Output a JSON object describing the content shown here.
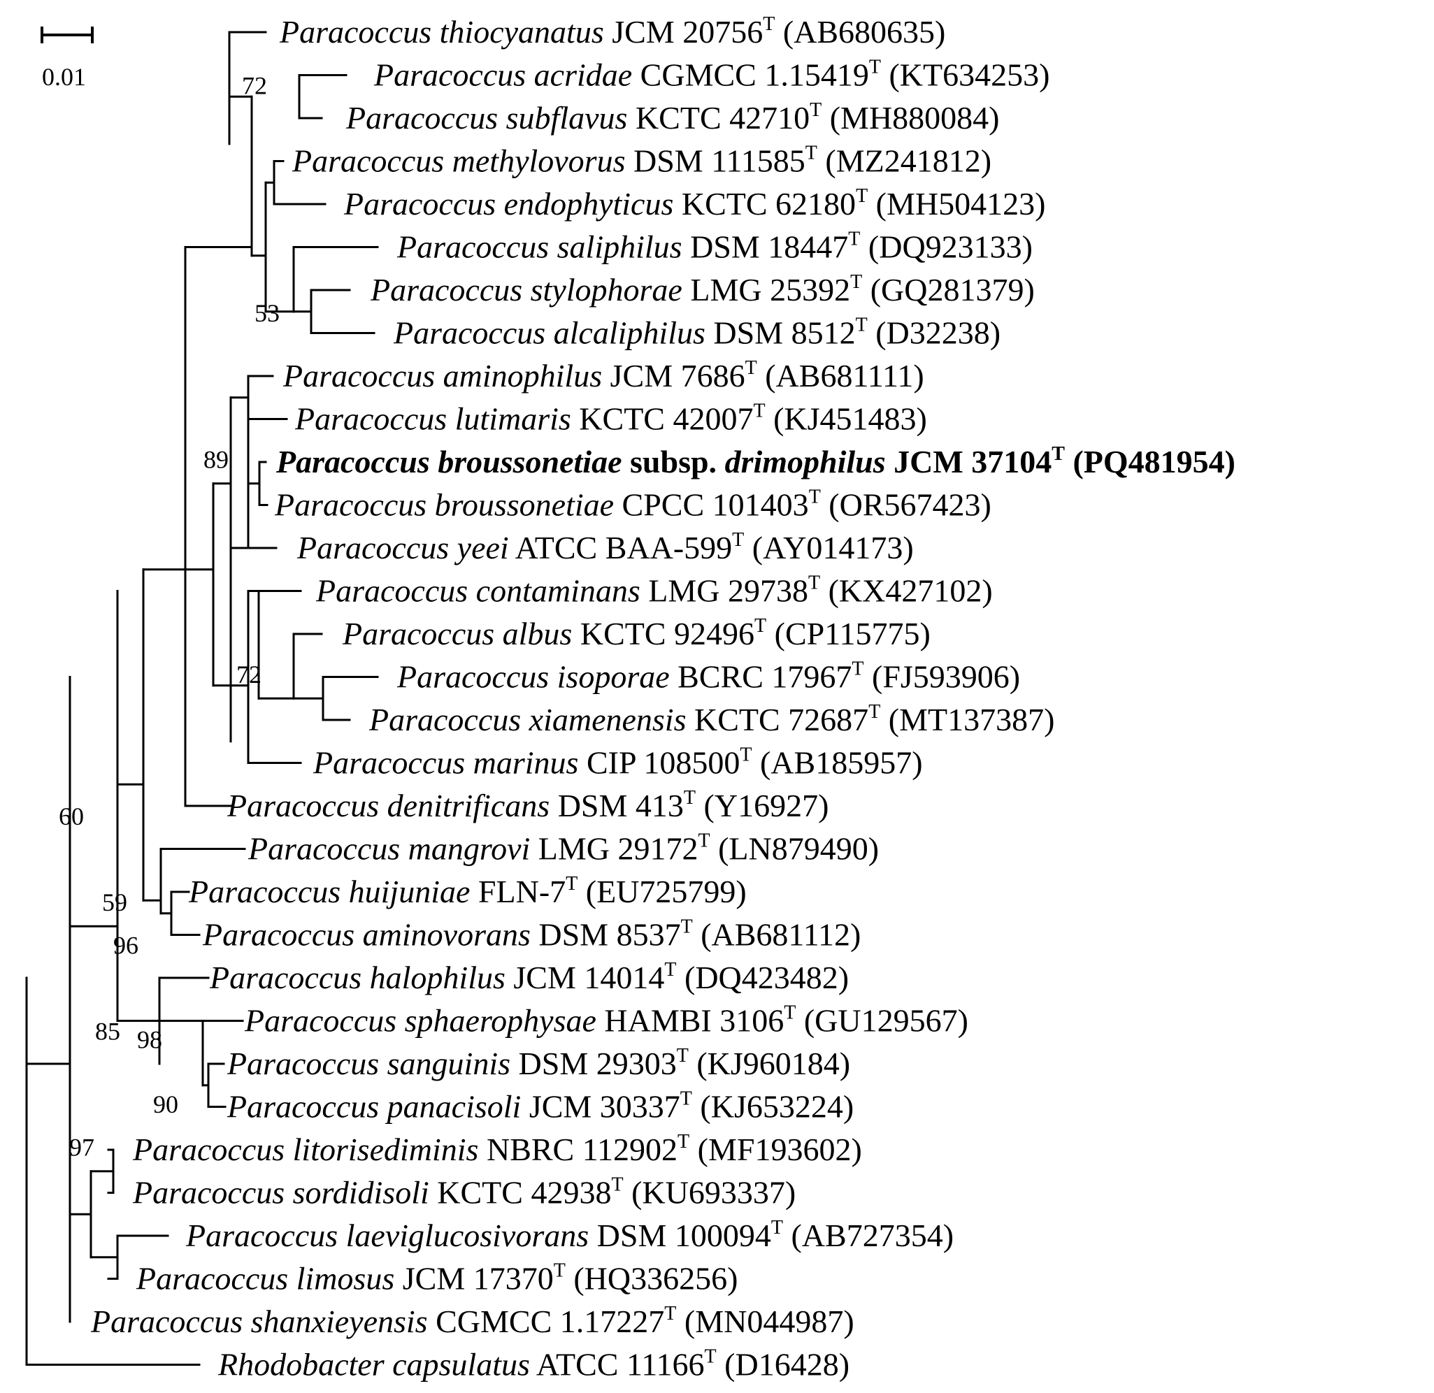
{
  "scale_bar": {
    "label": "0.01"
  },
  "taxa": [
    {
      "genus": "Paracoccus",
      "species": "thiocyanatus",
      "strain": "JCM 20756",
      "accession": "AB680635",
      "bold": false
    },
    {
      "genus": "Paracoccus",
      "species": "acridae",
      "strain": "CGMCC 1.15419",
      "accession": "KT634253",
      "bold": false
    },
    {
      "genus": "Paracoccus",
      "species": "subflavus",
      "strain": "KCTC 42710",
      "accession": "MH880084",
      "bold": false
    },
    {
      "genus": "Paracoccus",
      "species": "methylovorus",
      "strain": "DSM 111585",
      "accession": "MZ241812",
      "bold": false
    },
    {
      "genus": "Paracoccus",
      "species": "endophyticus",
      "strain": "KCTC 62180",
      "accession": "MH504123",
      "bold": false
    },
    {
      "genus": "Paracoccus",
      "species": "saliphilus",
      "strain": "DSM 18447",
      "accession": "DQ923133",
      "bold": false
    },
    {
      "genus": "Paracoccus",
      "species": "stylophorae",
      "strain": "LMG 25392",
      "accession": "GQ281379",
      "bold": false
    },
    {
      "genus": "Paracoccus",
      "species": "alcaliphilus",
      "strain": "DSM 8512",
      "accession": "D32238",
      "bold": false
    },
    {
      "genus": "Paracoccus",
      "species": "aminophilus",
      "strain": "JCM 7686",
      "accession": "AB681111",
      "bold": false
    },
    {
      "genus": "Paracoccus",
      "species": "lutimaris",
      "strain": "KCTC 42007",
      "accession": "KJ451483",
      "bold": false
    },
    {
      "genus": "Paracoccus",
      "species": "broussonetiae",
      "subsp_word": "subsp.",
      "subspecies": "drimophilus",
      "strain": "JCM 37104",
      "accession": "PQ481954",
      "bold": true
    },
    {
      "genus": "Paracoccus",
      "species": "broussonetiae",
      "strain": "CPCC 101403",
      "accession": "OR567423",
      "bold": false
    },
    {
      "genus": "Paracoccus",
      "species": "yeei",
      "strain": "ATCC BAA-599",
      "accession": "AY014173",
      "bold": false
    },
    {
      "genus": "Paracoccus",
      "species": "contaminans",
      "strain": "LMG 29738",
      "accession": "KX427102",
      "bold": false
    },
    {
      "genus": "Paracoccus",
      "species": "albus",
      "strain": "KCTC 92496",
      "accession": "CP115775",
      "bold": false
    },
    {
      "genus": "Paracoccus",
      "species": "isoporae",
      "strain": "BCRC 17967",
      "accession": "FJ593906",
      "bold": false
    },
    {
      "genus": "Paracoccus",
      "species": "xiamenensis",
      "strain": "KCTC 72687",
      "accession": "MT137387",
      "bold": false
    },
    {
      "genus": "Paracoccus",
      "species": "marinus",
      "strain": "CIP 108500",
      "accession": "AB185957",
      "bold": false
    },
    {
      "genus": "Paracoccus",
      "species": "denitrificans",
      "strain": "DSM 413",
      "accession": "Y16927",
      "bold": false
    },
    {
      "genus": "Paracoccus",
      "species": "mangrovi",
      "strain": "LMG 29172",
      "accession": "LN879490",
      "bold": false
    },
    {
      "genus": "Paracoccus",
      "species": "huijuniae",
      "strain": "FLN-7",
      "accession": "EU725799",
      "bold": false
    },
    {
      "genus": "Paracoccus",
      "species": "aminovorans",
      "strain": "DSM 8537",
      "accession": "AB681112",
      "bold": false
    },
    {
      "genus": "Paracoccus",
      "species": "halophilus",
      "strain": "JCM 14014",
      "accession": "DQ423482",
      "bold": false
    },
    {
      "genus": "Paracoccus",
      "species": "sphaerophysae",
      "strain": "HAMBI 3106",
      "accession": "GU129567",
      "bold": false
    },
    {
      "genus": "Paracoccus",
      "species": "sanguinis",
      "strain": "DSM 29303",
      "accession": "KJ960184",
      "bold": false
    },
    {
      "genus": "Paracoccus",
      "species": "panacisoli",
      "strain": "JCM 30337",
      "accession": "KJ653224",
      "bold": false
    },
    {
      "genus": "Paracoccus",
      "species": "litorisediminis",
      "strain": "NBRC 112902",
      "accession": "MF193602",
      "bold": false
    },
    {
      "genus": "Paracoccus",
      "species": "sordidisoli",
      "strain": "KCTC 42938",
      "accession": "KU693337",
      "bold": false
    },
    {
      "genus": "Paracoccus",
      "species": "laeviglucosivorans",
      "strain": "DSM 100094",
      "accession": "AB727354",
      "bold": false
    },
    {
      "genus": "Paracoccus",
      "species": "limosus",
      "strain": "JCM 17370",
      "accession": "HQ336256",
      "bold": false
    },
    {
      "genus": "Paracoccus",
      "species": "shanxieyensis",
      "strain": "CGMCC 1.17227",
      "accession": "MN044987",
      "bold": false
    },
    {
      "genus": "Rhodobacter",
      "species": "capsulatus",
      "strain": "ATCC 11166",
      "accession": "D16428",
      "bold": false
    }
  ],
  "type_strain_mark": "T",
  "bootstrap": {
    "acridae_subflavus": "72",
    "saliphilus_clade": "53",
    "broussonetiae_pair": "89",
    "isoporae_clade": "72",
    "mangrovi_clade": "60",
    "huijuniae_clade": "59",
    "huijuniae_aminovorans": "96",
    "halophilus_clade": "85",
    "sphaerophysae_clade": "98",
    "sanguinis_panacisoli": "90",
    "litorisediminis_sordidisoli": "97"
  }
}
